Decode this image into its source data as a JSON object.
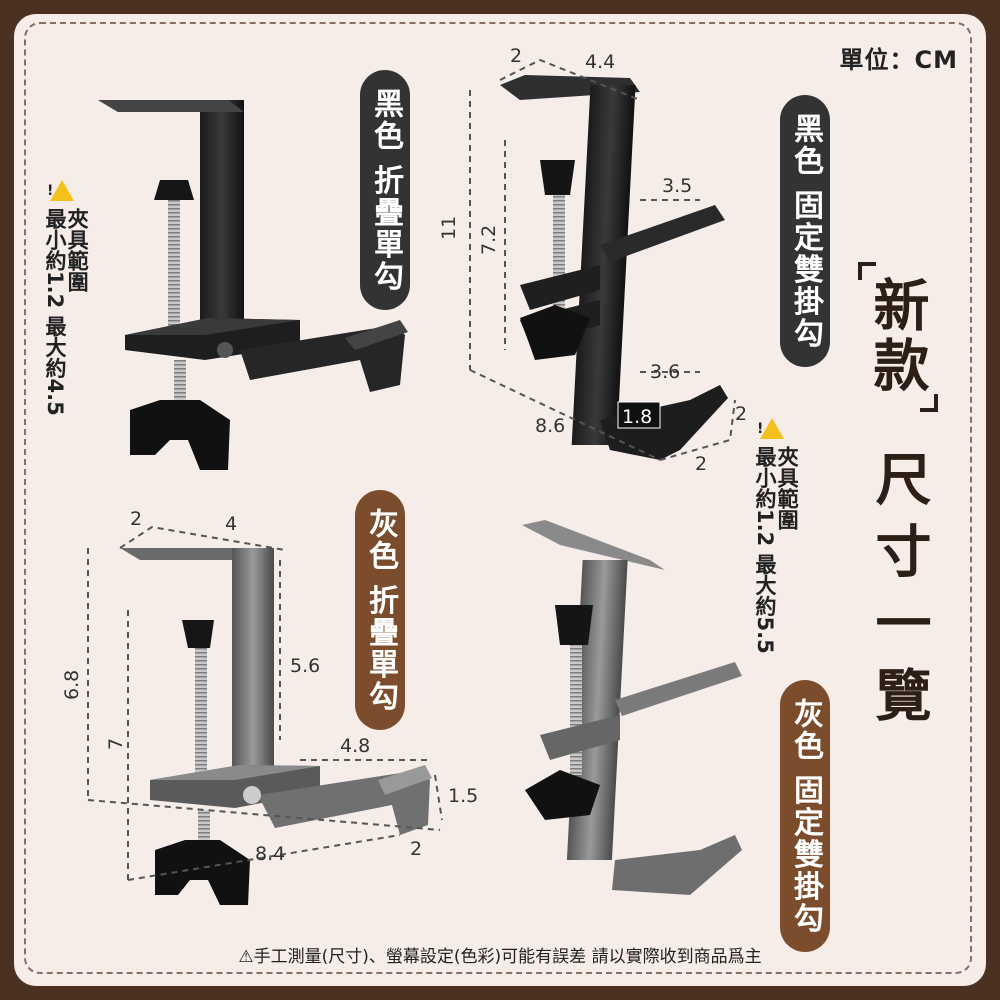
{
  "unit_label": "單位：CM",
  "products": {
    "black_folding": "黑色 折疊單勾",
    "black_fixed": "黑色 固定雙掛勾",
    "gray_folding": "灰色 折疊單勾",
    "gray_fixed": "灰色 固定雙掛勾"
  },
  "clamp_notes": {
    "black_folding": {
      "line1": "夾具範圍",
      "line2": "最小約1.2 最大約4.5"
    },
    "black_fixed": {
      "line1": "夾具範圍",
      "line2": "最小約1.2 最大約5.5"
    }
  },
  "headline": {
    "new": "新款",
    "size": "尺寸一覽"
  },
  "dimensions": {
    "black_fixed": [
      "2",
      "4.4",
      "11",
      "7.2",
      "3.5",
      "3.6",
      "1.8",
      "2",
      "8.6",
      "2"
    ],
    "gray_folding": [
      "2",
      "4",
      "6.8",
      "7",
      "5.6",
      "4.8",
      "1.5",
      "8.4",
      "2"
    ]
  },
  "footer": "⚠手工測量(尺寸)、螢幕設定(色彩)可能有誤差 請以實際收到商品爲主",
  "colors": {
    "dark_label": "#333333",
    "brown_label": "#7b4d2c",
    "warning": "#f4c01c"
  }
}
